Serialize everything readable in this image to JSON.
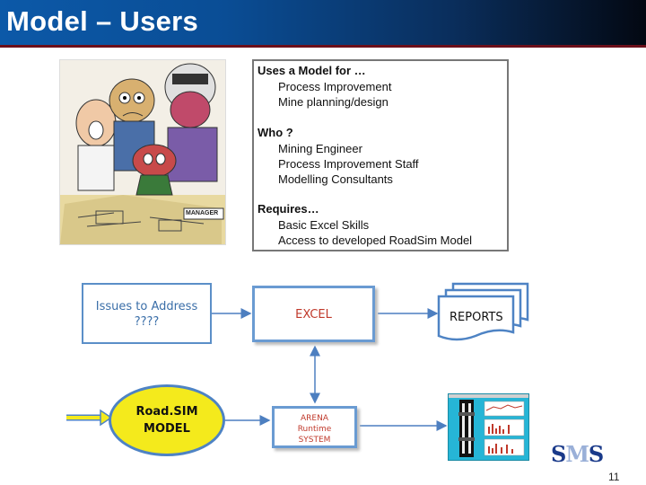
{
  "slide": {
    "title": "Model – Users",
    "page_number": "11"
  },
  "info_box": {
    "uses_heading": "Uses a Model for …",
    "uses_items": [
      "Process Improvement",
      "Mine planning/design"
    ],
    "who_heading": "Who ?",
    "who_items": [
      "Mining Engineer",
      "Process Improvement Staff",
      "Modelling Consultants"
    ],
    "requires_heading": "Requires…",
    "requires_items": [
      "Basic Excel Skills",
      "Access to developed RoadSim Model"
    ]
  },
  "cartoon": {
    "badge": "MANAGER"
  },
  "flow": {
    "issues": {
      "line1": "Issues to Address",
      "line2": "????"
    },
    "excel": "EXCEL",
    "reports": "REPORTS",
    "roadsim": {
      "line1": "Road.SIM",
      "line2": "MODEL"
    },
    "arena": {
      "line1": "ARENA",
      "line2": "Runtime",
      "line3": "SYSTEM"
    }
  },
  "logo": {
    "letters": [
      "S",
      "M",
      "S"
    ]
  },
  "colors": {
    "title_bar": "#0c59a8",
    "accent_rule": "#6b0f1a",
    "box_border": "#6a9bd2",
    "box_text_red": "#c0392b",
    "ellipse_fill": "#f4ea1c",
    "sim_panel": "#26b5d6"
  }
}
